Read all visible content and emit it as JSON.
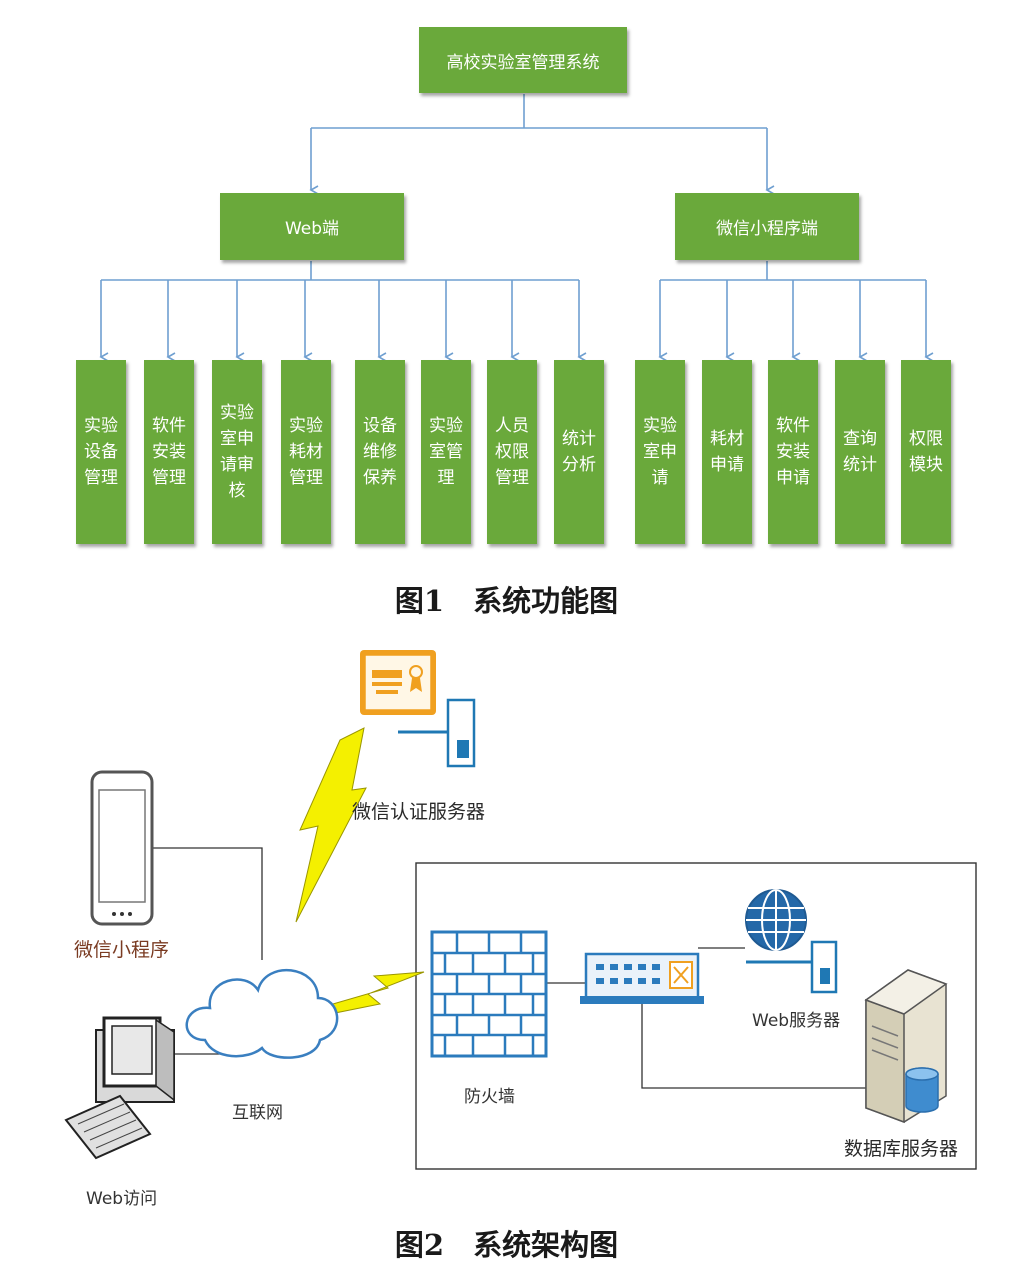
{
  "fig1": {
    "caption": "图1　系统功能图",
    "root": "高校实验室管理系统",
    "web": {
      "label": "Web端",
      "children": [
        "实验\n设备\n管理",
        "软件\n安装\n管理",
        "实验\n室申\n请审\n核",
        "实验\n耗材\n管理",
        "设备\n维修\n保养",
        "实验\n室管\n理",
        "人员\n权限\n管理",
        "统计\n分析"
      ]
    },
    "wechat": {
      "label": "微信小程序端",
      "children": [
        "实验\n室申\n请",
        "耗材\n申请",
        "软件\n安装\n申请",
        "查询\n统计",
        "权限\n模块"
      ]
    }
  },
  "fig2": {
    "caption": "图2　系统架构图",
    "wechat_server": "微信认证服务器",
    "mini_program": "微信小程序",
    "internet": "互联网",
    "web_access": "Web访问",
    "firewall": "防火墙",
    "web_server": "Web服务器",
    "db_server": "数据库服务器"
  },
  "colors": {
    "node_green": "#6aa93b",
    "connector_blue": "#6f9fd0",
    "lightning_yellow": "#f4f000",
    "icon_blue": "#1f78b4",
    "icon_orange": "#f0a020"
  }
}
